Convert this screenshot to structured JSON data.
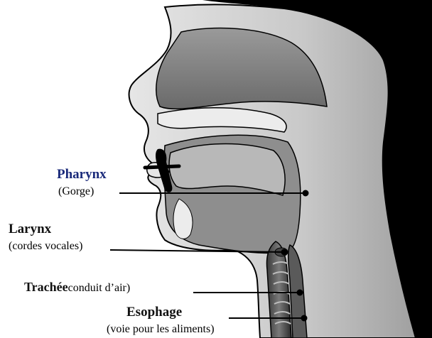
{
  "labels": {
    "pharynx": {
      "title": "Pharynx",
      "subtitle": "(Gorge)"
    },
    "larynx": {
      "title": "Larynx",
      "subtitle": "(cordes vocales)"
    },
    "trachee": {
      "title": "Trachée",
      "rest": "conduit d’air)"
    },
    "esophage": {
      "title": "Esophage",
      "subtitle": "(voie pour les aliments)"
    }
  },
  "colors": {
    "background": "#ffffff",
    "silhouette": "#000000",
    "head_fill": "#d6d6d6",
    "cavity_fill": "#7a7a7a",
    "pharynx_title": "#1a2a7a"
  }
}
